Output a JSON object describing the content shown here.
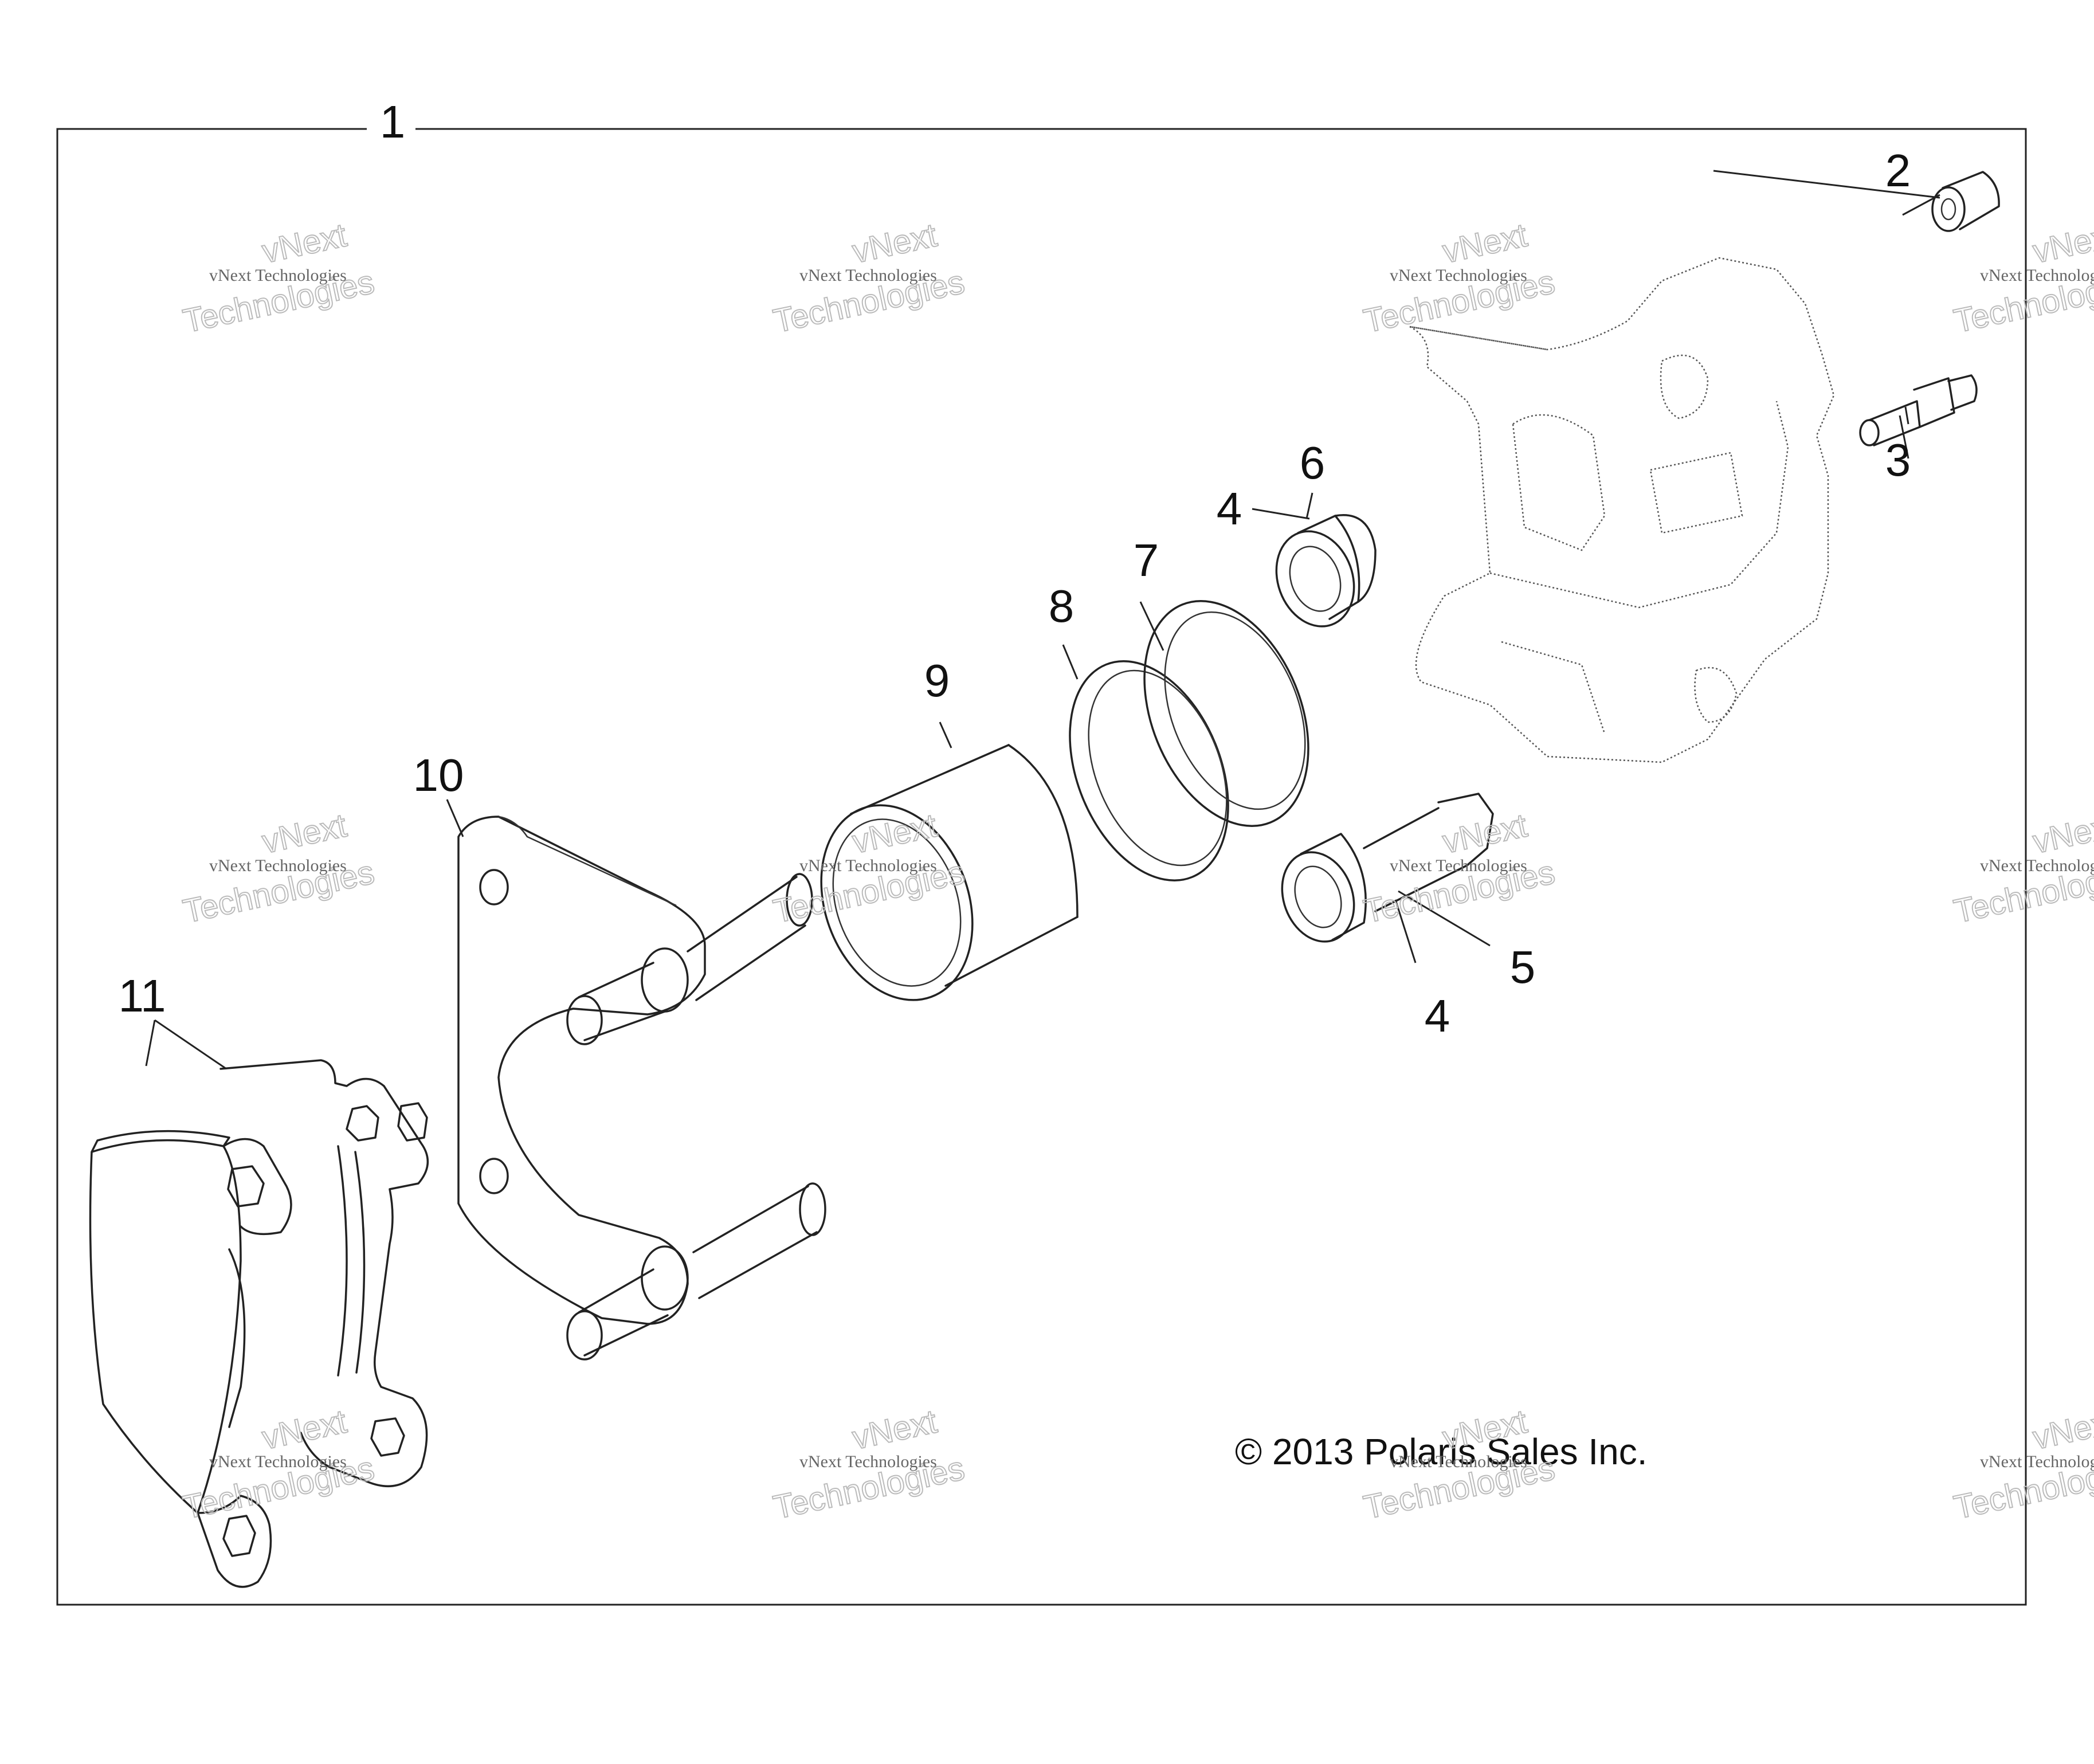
{
  "diagram": {
    "callouts": {
      "c1": "1",
      "c2": "2",
      "c3": "3",
      "c4a": "4",
      "c4b": "4",
      "c5": "5",
      "c6": "6",
      "c7": "7",
      "c8": "8",
      "c9": "9",
      "c10": "10",
      "c11": "11"
    },
    "copyright": "© 2013 Polaris Sales Inc.",
    "watermark": {
      "small": "vNext Technologies",
      "big_line1": "vNext",
      "big_line2": "Technologies"
    }
  }
}
